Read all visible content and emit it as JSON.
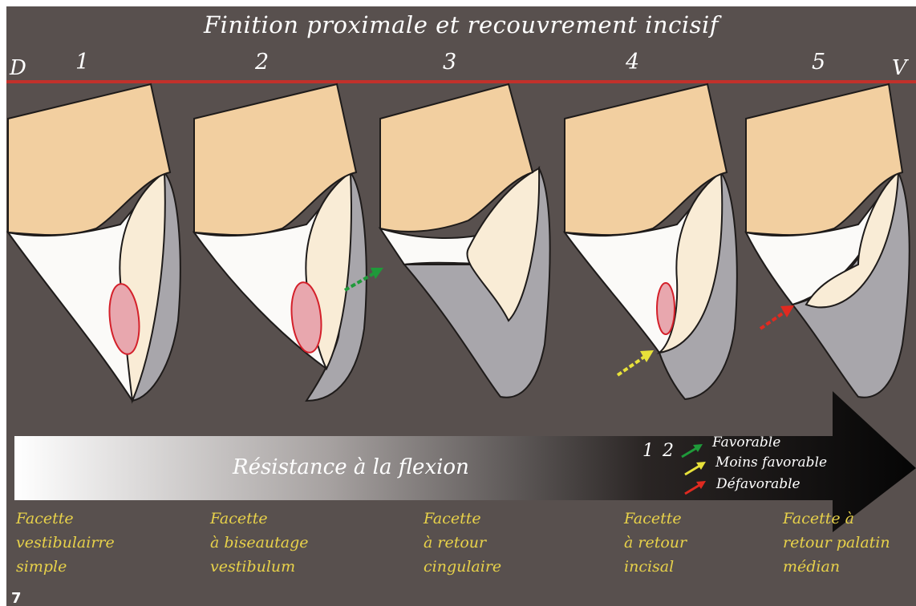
{
  "title": "Finition proximale et recouvrement incisif",
  "edge_labels": {
    "left": "D",
    "right": "V"
  },
  "columns": [
    {
      "number": "1",
      "caption": "Facette\nvestibulairre\nsimple",
      "marker": "none"
    },
    {
      "number": "2",
      "caption": "Facette\nà biseautage\nvestibulum",
      "marker": "none"
    },
    {
      "number": "3",
      "caption": "Facette\nà retour\ncingulaire",
      "marker": "green"
    },
    {
      "number": "4",
      "caption": "Facette\nà retour\nincisal",
      "marker": "yellow"
    },
    {
      "number": "5",
      "caption": "Facette à\nretour palatin\nmédian",
      "marker": "red"
    }
  ],
  "arrow": {
    "label": "Résistance à la flexion"
  },
  "legend": {
    "numbers": "1 2",
    "items": [
      {
        "label": "Favorable",
        "color": "#1f9a3a"
      },
      {
        "label": "Moins favorable",
        "color": "#e8e23a"
      },
      {
        "label": "Défavorable",
        "color": "#e02a20"
      }
    ]
  },
  "page_number": "7",
  "colors": {
    "background": "#58504e",
    "tooth_root": "#f2cfa0",
    "crown_white": "#fbfaf8",
    "veneer_cream": "#f9ecd6",
    "enamel_grey": "#a8a6ab",
    "rule": "#c2312b",
    "caption": "#e8d24a",
    "bond_area": "#e8a7ae"
  }
}
